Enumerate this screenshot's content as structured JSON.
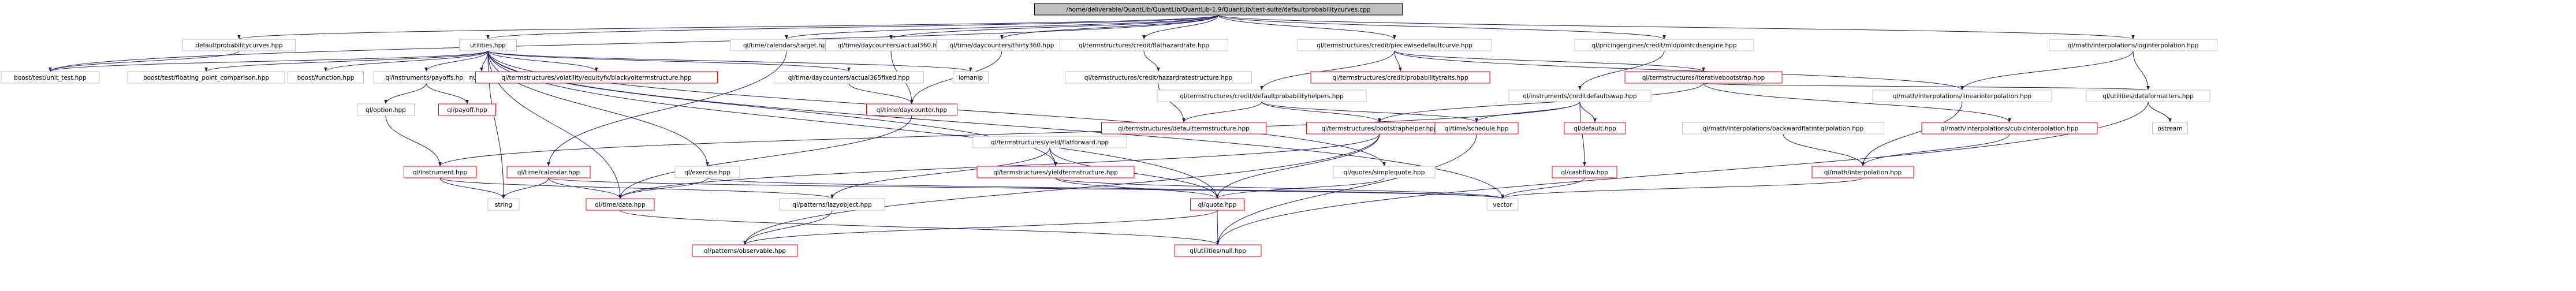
{
  "colors": {
    "edge": "#191970",
    "root_fill": "#bfbfbf",
    "root_border": "#000000",
    "normal_border": "#bfbfbf",
    "missing_border": "#ff0000",
    "fill": "#ffffff"
  },
  "nodes": [
    {
      "id": "root",
      "label": "/home/deliverable/QuantLib/QuantLib/QuantLib-1.9/QuantLib/test-suite/defaultprobabilitycurves.cpp",
      "kind": "root"
    },
    {
      "id": "n_dpc",
      "label": "defaultprobabilitycurves.hpp",
      "kind": "normal"
    },
    {
      "id": "n_util",
      "label": "utilities.hpp",
      "kind": "normal"
    },
    {
      "id": "n_cal_target",
      "label": "ql/time/calendars/target.hpp",
      "kind": "normal"
    },
    {
      "id": "n_act360",
      "label": "ql/time/daycounters/actual360.hpp",
      "kind": "normal"
    },
    {
      "id": "n_thirty360",
      "label": "ql/time/daycounters/thirty360.hpp",
      "kind": "normal"
    },
    {
      "id": "n_flathazard",
      "label": "ql/termstructures/credit/flathazardrate.hpp",
      "kind": "normal"
    },
    {
      "id": "n_piecewise",
      "label": "ql/termstructures/credit/piecewisedefaultcurve.hpp",
      "kind": "normal"
    },
    {
      "id": "n_midpoint",
      "label": "ql/pricingengines/credit/midpointcdsengine.hpp",
      "kind": "normal"
    },
    {
      "id": "n_logint",
      "label": "ql/math/interpolations/loginterpolation.hpp",
      "kind": "normal"
    },
    {
      "id": "n_unit_test",
      "label": "boost/test/unit_test.hpp",
      "kind": "normal"
    },
    {
      "id": "n_fpc",
      "label": "boost/test/floating_point_comparison.hpp",
      "kind": "normal"
    },
    {
      "id": "n_function",
      "label": "boost/function.hpp",
      "kind": "normal"
    },
    {
      "id": "n_payoffs",
      "label": "ql/instruments/payoffs.hpp",
      "kind": "normal"
    },
    {
      "id": "n_numeric",
      "label": "numeric",
      "kind": "normal"
    },
    {
      "id": "n_blackvol",
      "label": "ql/termstructures/volatility/equityfx/blackvoltermstructure.hpp",
      "kind": "missing"
    },
    {
      "id": "n_act365",
      "label": "ql/time/daycounters/actual365fixed.hpp",
      "kind": "normal"
    },
    {
      "id": "n_iomanip",
      "label": "iomanip",
      "kind": "normal"
    },
    {
      "id": "n_hazardstruct",
      "label": "ql/termstructures/credit/hazardratestructure.hpp",
      "kind": "normal"
    },
    {
      "id": "n_probtraits",
      "label": "ql/termstructures/credit/probabilitytraits.hpp",
      "kind": "missing"
    },
    {
      "id": "n_itbootstrap",
      "label": "ql/termstructures/iterativebootstrap.hpp",
      "kind": "missing"
    },
    {
      "id": "n_defprobhelpers",
      "label": "ql/termstructures/credit/defaultprobabilityhelpers.hpp",
      "kind": "normal"
    },
    {
      "id": "n_cdsswap",
      "label": "ql/instruments/creditdefaultswap.hpp",
      "kind": "normal"
    },
    {
      "id": "n_linint",
      "label": "ql/math/interpolations/linearinterpolation.hpp",
      "kind": "normal"
    },
    {
      "id": "n_dataformat",
      "label": "ql/utilities/dataformatters.hpp",
      "kind": "normal"
    },
    {
      "id": "n_option",
      "label": "ql/option.hpp",
      "kind": "normal"
    },
    {
      "id": "n_payoff",
      "label": "ql/payoff.hpp",
      "kind": "missing"
    },
    {
      "id": "n_daycounter",
      "label": "ql/time/daycounter.hpp",
      "kind": "missing"
    },
    {
      "id": "n_flatforward",
      "label": "ql/termstructures/yield/flatforward.hpp",
      "kind": "normal"
    },
    {
      "id": "n_defaulttermstr",
      "label": "ql/termstructures/defaulttermstructure.hpp",
      "kind": "missing"
    },
    {
      "id": "n_bshelper",
      "label": "ql/termstructures/bootstraphelper.hpp",
      "kind": "missing"
    },
    {
      "id": "n_schedule",
      "label": "ql/time/schedule.hpp",
      "kind": "missing"
    },
    {
      "id": "n_default",
      "label": "ql/default.hpp",
      "kind": "missing"
    },
    {
      "id": "n_bfint",
      "label": "ql/math/interpolations/backwardflatinterpolation.hpp",
      "kind": "normal"
    },
    {
      "id": "n_cubicint",
      "label": "ql/math/interpolations/cubicinterpolation.hpp",
      "kind": "missing"
    },
    {
      "id": "n_ostream",
      "label": "ostream",
      "kind": "normal"
    },
    {
      "id": "n_instrument",
      "label": "ql/instrument.hpp",
      "kind": "missing"
    },
    {
      "id": "n_calendar",
      "label": "ql/time/calendar.hpp",
      "kind": "missing"
    },
    {
      "id": "n_exercise",
      "label": "ql/exercise.hpp",
      "kind": "normal"
    },
    {
      "id": "n_yieldts",
      "label": "ql/termstructures/yieldtermstructure.hpp",
      "kind": "missing"
    },
    {
      "id": "n_simplequote",
      "label": "ql/quotes/simplequote.hpp",
      "kind": "normal"
    },
    {
      "id": "n_cashflow",
      "label": "ql/cashflow.hpp",
      "kind": "missing"
    },
    {
      "id": "n_interpolation",
      "label": "ql/math/interpolation.hpp",
      "kind": "missing"
    },
    {
      "id": "n_string",
      "label": "string",
      "kind": "normal"
    },
    {
      "id": "n_date",
      "label": "ql/time/date.hpp",
      "kind": "missing"
    },
    {
      "id": "n_lazyobject",
      "label": "ql/patterns/lazyobject.hpp",
      "kind": "normal"
    },
    {
      "id": "n_quote",
      "label": "ql/quote.hpp",
      "kind": "missing"
    },
    {
      "id": "n_vector",
      "label": "vector",
      "kind": "normal"
    },
    {
      "id": "n_observable",
      "label": "ql/patterns/observable.hpp",
      "kind": "missing"
    },
    {
      "id": "n_null",
      "label": "ql/utilities/null.hpp",
      "kind": "missing"
    }
  ],
  "edges": [
    [
      "root",
      "n_dpc"
    ],
    [
      "root",
      "n_util"
    ],
    [
      "root",
      "n_cal_target"
    ],
    [
      "root",
      "n_act360"
    ],
    [
      "root",
      "n_thirty360"
    ],
    [
      "root",
      "n_flathazard"
    ],
    [
      "root",
      "n_piecewise"
    ],
    [
      "root",
      "n_midpoint"
    ],
    [
      "root",
      "n_logint"
    ],
    [
      "root",
      "n_unit_test"
    ],
    [
      "n_dpc",
      "n_unit_test"
    ],
    [
      "n_util",
      "n_unit_test"
    ],
    [
      "n_util",
      "n_fpc"
    ],
    [
      "n_util",
      "n_function"
    ],
    [
      "n_util",
      "n_payoffs"
    ],
    [
      "n_util",
      "n_numeric"
    ],
    [
      "n_util",
      "n_blackvol"
    ],
    [
      "n_util",
      "n_act365"
    ],
    [
      "n_util",
      "n_iomanip"
    ],
    [
      "n_util",
      "n_exercise"
    ],
    [
      "n_util",
      "n_string"
    ],
    [
      "n_util",
      "n_quote"
    ],
    [
      "n_util",
      "n_simplequote"
    ],
    [
      "n_util",
      "n_yieldts"
    ],
    [
      "n_util",
      "n_vector"
    ],
    [
      "n_util",
      "n_date"
    ],
    [
      "n_payoffs",
      "n_option"
    ],
    [
      "n_payoffs",
      "n_payoff"
    ],
    [
      "n_option",
      "n_instrument"
    ],
    [
      "n_cal_target",
      "n_calendar"
    ],
    [
      "n_act360",
      "n_daycounter"
    ],
    [
      "n_thirty360",
      "n_daycounter"
    ],
    [
      "n_act365",
      "n_daycounter"
    ],
    [
      "n_daycounter",
      "n_date"
    ],
    [
      "n_flathazard",
      "n_hazardstruct"
    ],
    [
      "n_hazardstruct",
      "n_defaulttermstr"
    ],
    [
      "n_piecewise",
      "n_probtraits"
    ],
    [
      "n_piecewise",
      "n_itbootstrap"
    ],
    [
      "n_piecewise",
      "n_defprobhelpers"
    ],
    [
      "n_piecewise",
      "n_linint"
    ],
    [
      "n_defprobhelpers",
      "n_defaulttermstr"
    ],
    [
      "n_defprobhelpers",
      "n_bshelper"
    ],
    [
      "n_defprobhelpers",
      "n_schedule"
    ],
    [
      "n_midpoint",
      "n_cdsswap"
    ],
    [
      "n_cdsswap",
      "n_instrument"
    ],
    [
      "n_cdsswap",
      "n_default"
    ],
    [
      "n_cdsswap",
      "n_schedule"
    ],
    [
      "n_cdsswap",
      "n_cashflow"
    ],
    [
      "n_itbootstrap",
      "n_bshelper"
    ],
    [
      "n_itbootstrap",
      "n_cubicint"
    ],
    [
      "n_itbootstrap",
      "n_dataformat"
    ],
    [
      "n_logint",
      "n_linint"
    ],
    [
      "n_logint",
      "n_dataformat"
    ],
    [
      "n_linint",
      "n_interpolation"
    ],
    [
      "n_bfint",
      "n_interpolation"
    ],
    [
      "n_cubicint",
      "n_interpolation"
    ],
    [
      "n_dataformat",
      "n_ostream"
    ],
    [
      "n_dataformat",
      "n_null"
    ],
    [
      "n_flatforward",
      "n_yieldts"
    ],
    [
      "n_flatforward",
      "n_quote"
    ],
    [
      "n_flatforward",
      "n_lazyobject"
    ],
    [
      "n_bshelper",
      "n_quote"
    ],
    [
      "n_bshelper",
      "n_observable"
    ],
    [
      "n_bshelper",
      "n_date"
    ],
    [
      "n_instrument",
      "n_lazyobject"
    ],
    [
      "n_instrument",
      "n_string"
    ],
    [
      "n_calendar",
      "n_date"
    ],
    [
      "n_calendar",
      "n_string"
    ],
    [
      "n_calendar",
      "n_vector"
    ],
    [
      "n_exercise",
      "n_date"
    ],
    [
      "n_exercise",
      "n_vector"
    ],
    [
      "n_yieldts",
      "n_quote"
    ],
    [
      "n_yieldts",
      "n_vector"
    ],
    [
      "n_simplequote",
      "n_quote"
    ],
    [
      "n_interpolation",
      "n_vector"
    ],
    [
      "n_cashflow",
      "n_vector"
    ],
    [
      "n_date",
      "n_null"
    ],
    [
      "n_lazyobject",
      "n_observable"
    ],
    [
      "n_quote",
      "n_observable"
    ],
    [
      "n_quote",
      "n_null"
    ],
    [
      "n_schedule",
      "n_null"
    ]
  ]
}
